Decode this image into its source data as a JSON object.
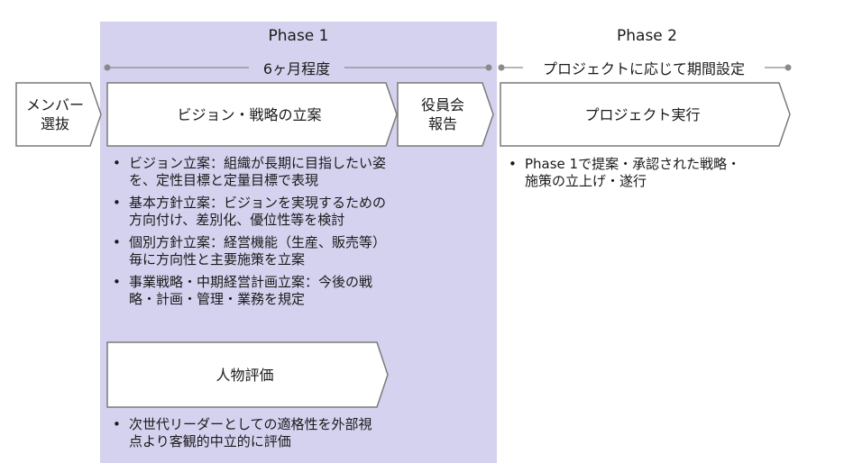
{
  "phase1": {
    "title": "Phase 1",
    "duration": "6ヶ月程度",
    "steps": {
      "member_selection": "メンバー\n選抜",
      "vision_strategy": "ビジョン・戦略の立案",
      "board_report": "役員会\n報告",
      "personnel_evaluation": "人物評価"
    },
    "vision_bullets": [
      "ビジョン立案：組織が長期に目指したい姿を、定性目標と定量目標で表現",
      "基本方針立案：ビジョンを実現するための方向付け、差別化、優位性等を検討",
      "個別方針立案：経営機能（生産、販売等）毎に方向性と主要施策を立案",
      "事業戦略・中期経営計画立案：今後の戦略・計画・管理・業務を規定"
    ],
    "evaluation_bullets": [
      "次世代リーダーとしての適格性を外部視点より客観的中立的に評価"
    ],
    "background_color": "#d5d2ef"
  },
  "phase2": {
    "title": "Phase 2",
    "duration": "プロジェクトに応じて期間設定",
    "steps": {
      "project_execution": "プロジェクト実行"
    },
    "bullets": [
      "Phase 1で提案・承認された戦略・施策の立上げ・遂行"
    ]
  }
}
